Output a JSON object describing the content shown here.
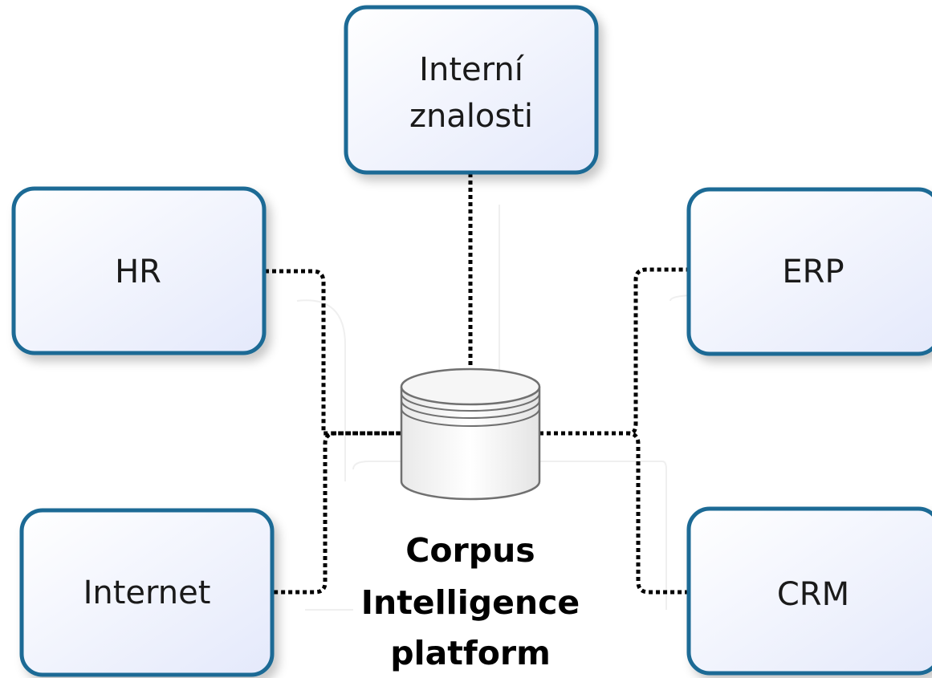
{
  "nodes": {
    "top": {
      "line1": "Interní",
      "line2": "znalosti"
    },
    "hr": {
      "label": "HR"
    },
    "erp": {
      "label": "ERP"
    },
    "internet": {
      "label": "Internet"
    },
    "crm": {
      "label": "CRM"
    }
  },
  "center": {
    "line1": "Corpus",
    "line2": "Intelligence",
    "line3": "platform"
  },
  "colors": {
    "box_border": "#1a6b95",
    "box_fill_top": "#ffffff",
    "box_fill_bottom": "#e4e9fb",
    "connector": "#000000",
    "database_stroke": "#707070"
  }
}
